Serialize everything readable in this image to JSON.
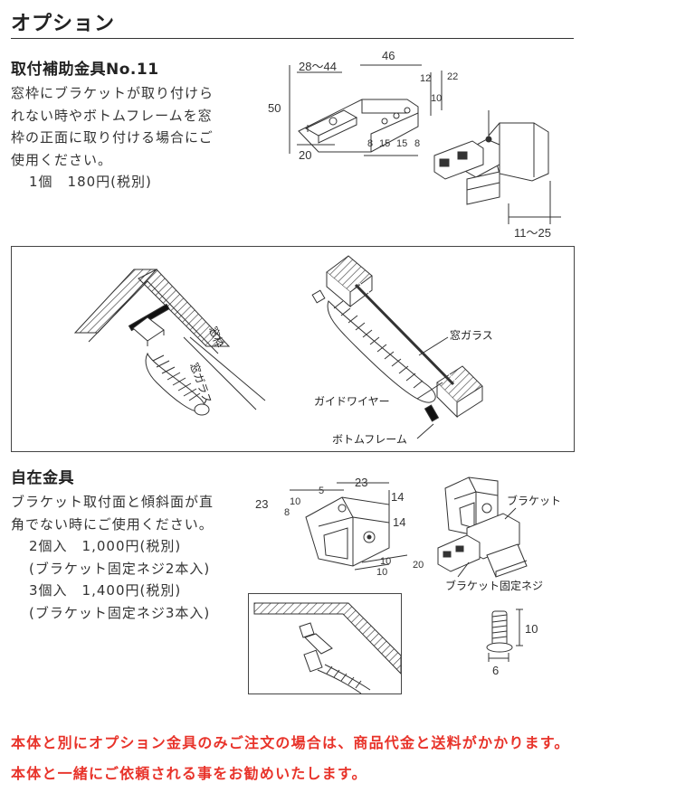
{
  "header": {
    "title": "オプション"
  },
  "section1": {
    "title": "取付補助金具No.11",
    "desc_lines": [
      "窓枠にブラケットが取り付けら",
      "れない時やボトムフレームを窓",
      "枠の正面に取り付ける場合にご",
      "使用ください。"
    ],
    "price_line": "1個　180円(税別)",
    "dims": {
      "range": "28〜44",
      "d46": "46",
      "d50": "50",
      "d12": "12",
      "d22": "22",
      "d10": "10",
      "d8a": "8",
      "d15a": "15",
      "d15b": "15",
      "d8b": "8",
      "d20": "20",
      "d11_25": "11〜25"
    }
  },
  "diagram1": {
    "label_window_frame_inner": "窓枠",
    "label_window_sash": "窓ガラス",
    "label_left_mid": "窓枠",
    "label_left_side": "窓ガラス",
    "label_guide": "ガイドワイヤー",
    "label_bottom": "ボトムフレーム",
    "label_glass": "窓ガラス"
  },
  "section2": {
    "title": "自在金具",
    "desc_lines": [
      "ブラケット取付面と傾斜面が直",
      "角でない時にご使用ください。"
    ],
    "price_lines": [
      "2個入　1,000円(税別)",
      "(ブラケット固定ネジ2本入)",
      "3個入　1,400円(税別)",
      "(ブラケット固定ネジ3本入)"
    ],
    "dims": {
      "d5": "5",
      "d23top": "23",
      "d23left": "23",
      "d10a": "10",
      "d8": "8",
      "d14a": "14",
      "d14b": "14",
      "d10b": "10",
      "d20": "20",
      "d10c": "10",
      "screw_h": "10",
      "screw_w": "6"
    },
    "label_bracket": "ブラケット",
    "label_screw": "ブラケット固定ネジ"
  },
  "notice": {
    "line1": "本体と別にオプション金具のみご注文の場合は、商品代金と送料がかかります。",
    "line2": "本体と一緒にご依頼される事をお勧めいたします。"
  },
  "colors": {
    "notice": "#e8332a",
    "text": "#222222",
    "line": "#333333"
  }
}
